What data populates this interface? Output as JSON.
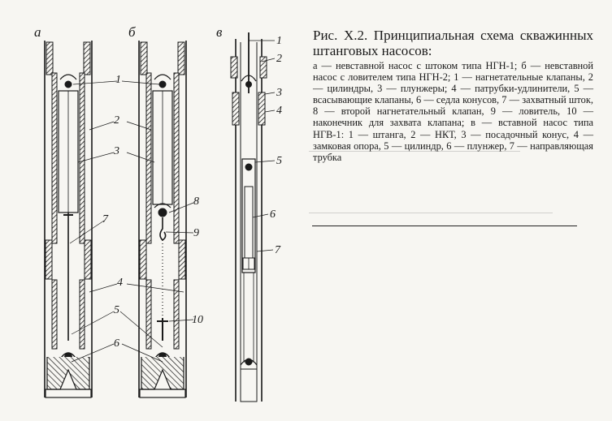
{
  "caption": {
    "title": "Рис. X.2. Принципиальная схема скважинных штанговых насосов:",
    "body": "а — невставной насос с штоком типа НГН-1; б — невставной насос с ловителем типа НГН-2; 1 — нагнетательные клапаны, 2 — цилиндры, 3 — плунжеры; 4 — патрубки-удлинители, 5 — всасывающие клапаны, 6 — седла конусов, 7 — захватный шток, 8 — второй нагнетательный клапан, 9 — ловитель, 10 — наконечник для захвата клапана; в — вставной насос типа НГВ-1: 1 — штанга, 2 — НКТ, 3 — посадочный конус, 4 — замковая опора, 5 — цилиндр, 6 — плунжер, 7 — направляющая трубка"
  },
  "diagram": {
    "pump_labels": [
      "а",
      "б",
      "в"
    ],
    "callouts_ab": [
      "1",
      "2",
      "3",
      "7",
      "8",
      "9",
      "4",
      "5",
      "6",
      "10"
    ],
    "callouts_v": [
      "1",
      "2",
      "3",
      "4",
      "5",
      "6",
      "7"
    ]
  }
}
